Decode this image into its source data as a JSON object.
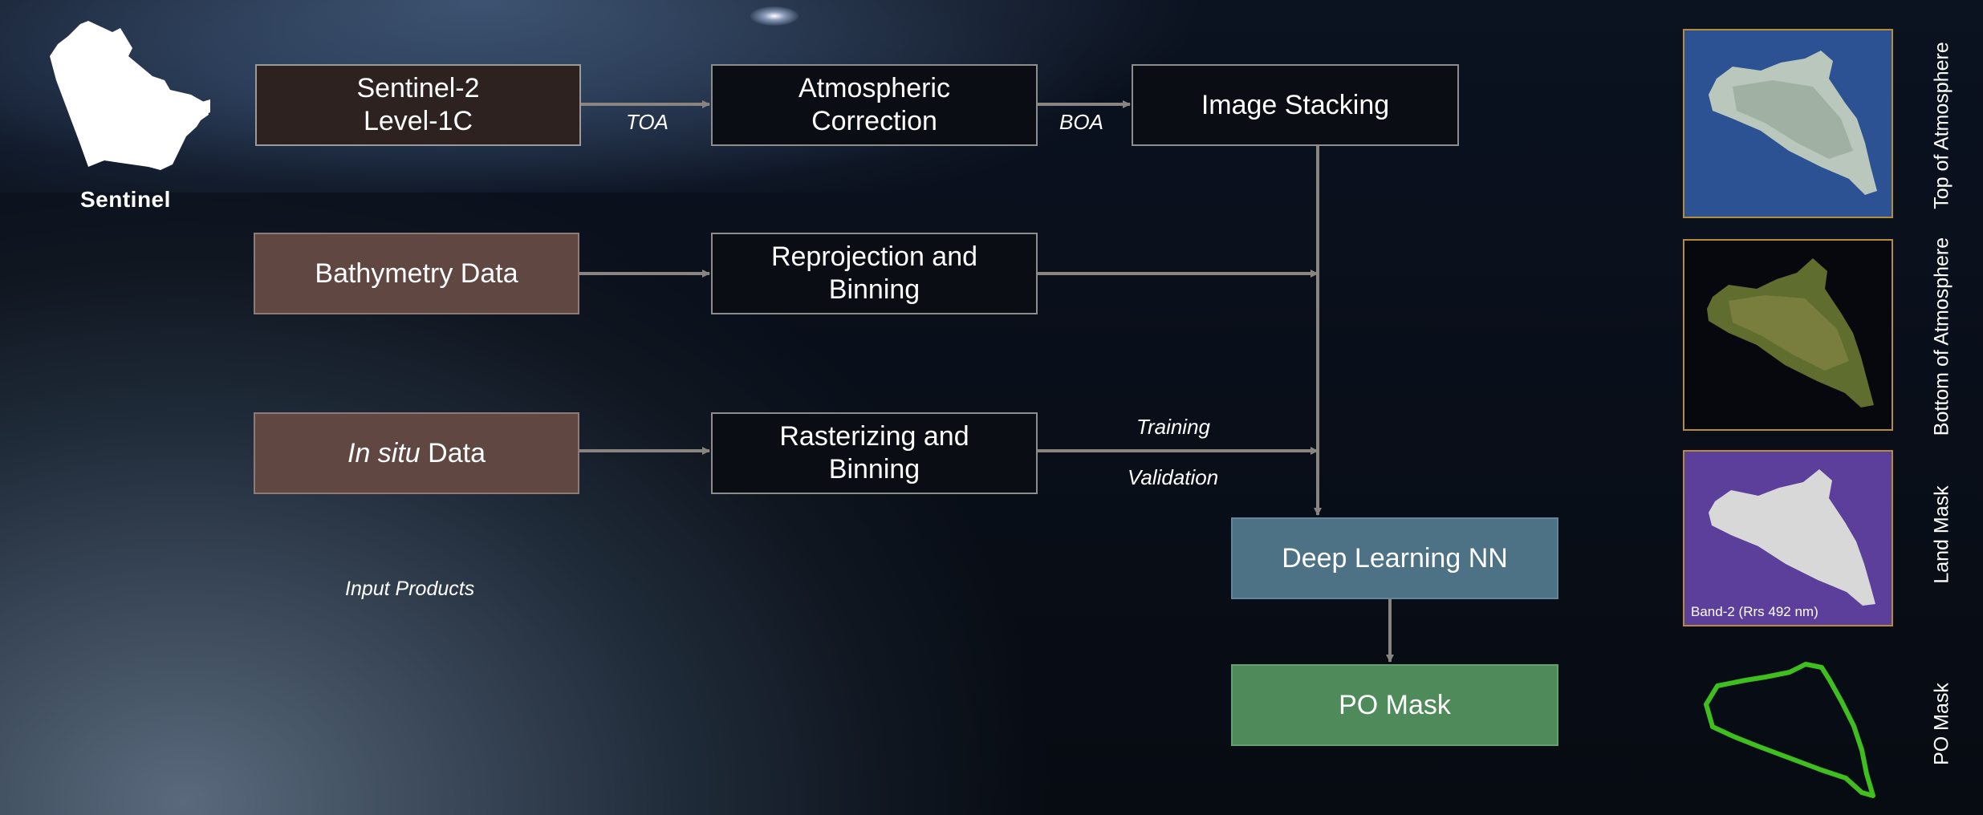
{
  "logo": {
    "text": "Sentinel",
    "icon": "satellite-icon"
  },
  "boxes": {
    "sentinel": "Sentinel-2\nLevel-1C",
    "atmos": "Atmospheric\nCorrection",
    "stacking": "Image Stacking",
    "bathy": "Bathymetry Data",
    "reproj": "Reprojection and\nBinning",
    "insitu_italic": "In situ",
    "insitu_rest": " Data",
    "raster": "Rasterizing and\nBinning",
    "dlnn": "Deep Learning NN",
    "pomask": "PO Mask"
  },
  "labels": {
    "toa": "TOA",
    "boa": "BOA",
    "training": "Training",
    "validation": "Validation",
    "input_products": "Input Products"
  },
  "thumbnails": [
    {
      "caption": "Top of Atmosphere",
      "overlay": ""
    },
    {
      "caption": "Bottom of Atmosphere",
      "overlay": ""
    },
    {
      "caption": "Land Mask",
      "overlay": "Band-2 (Rrs 492 nm)"
    },
    {
      "caption": "PO Mask",
      "overlay": ""
    }
  ],
  "colors": {
    "arrow": "#8a8480",
    "brown_box": "#604742",
    "blue_box": "#4d7185",
    "green_box": "#4e8a5a",
    "thumb_border": "#b58c3c"
  }
}
